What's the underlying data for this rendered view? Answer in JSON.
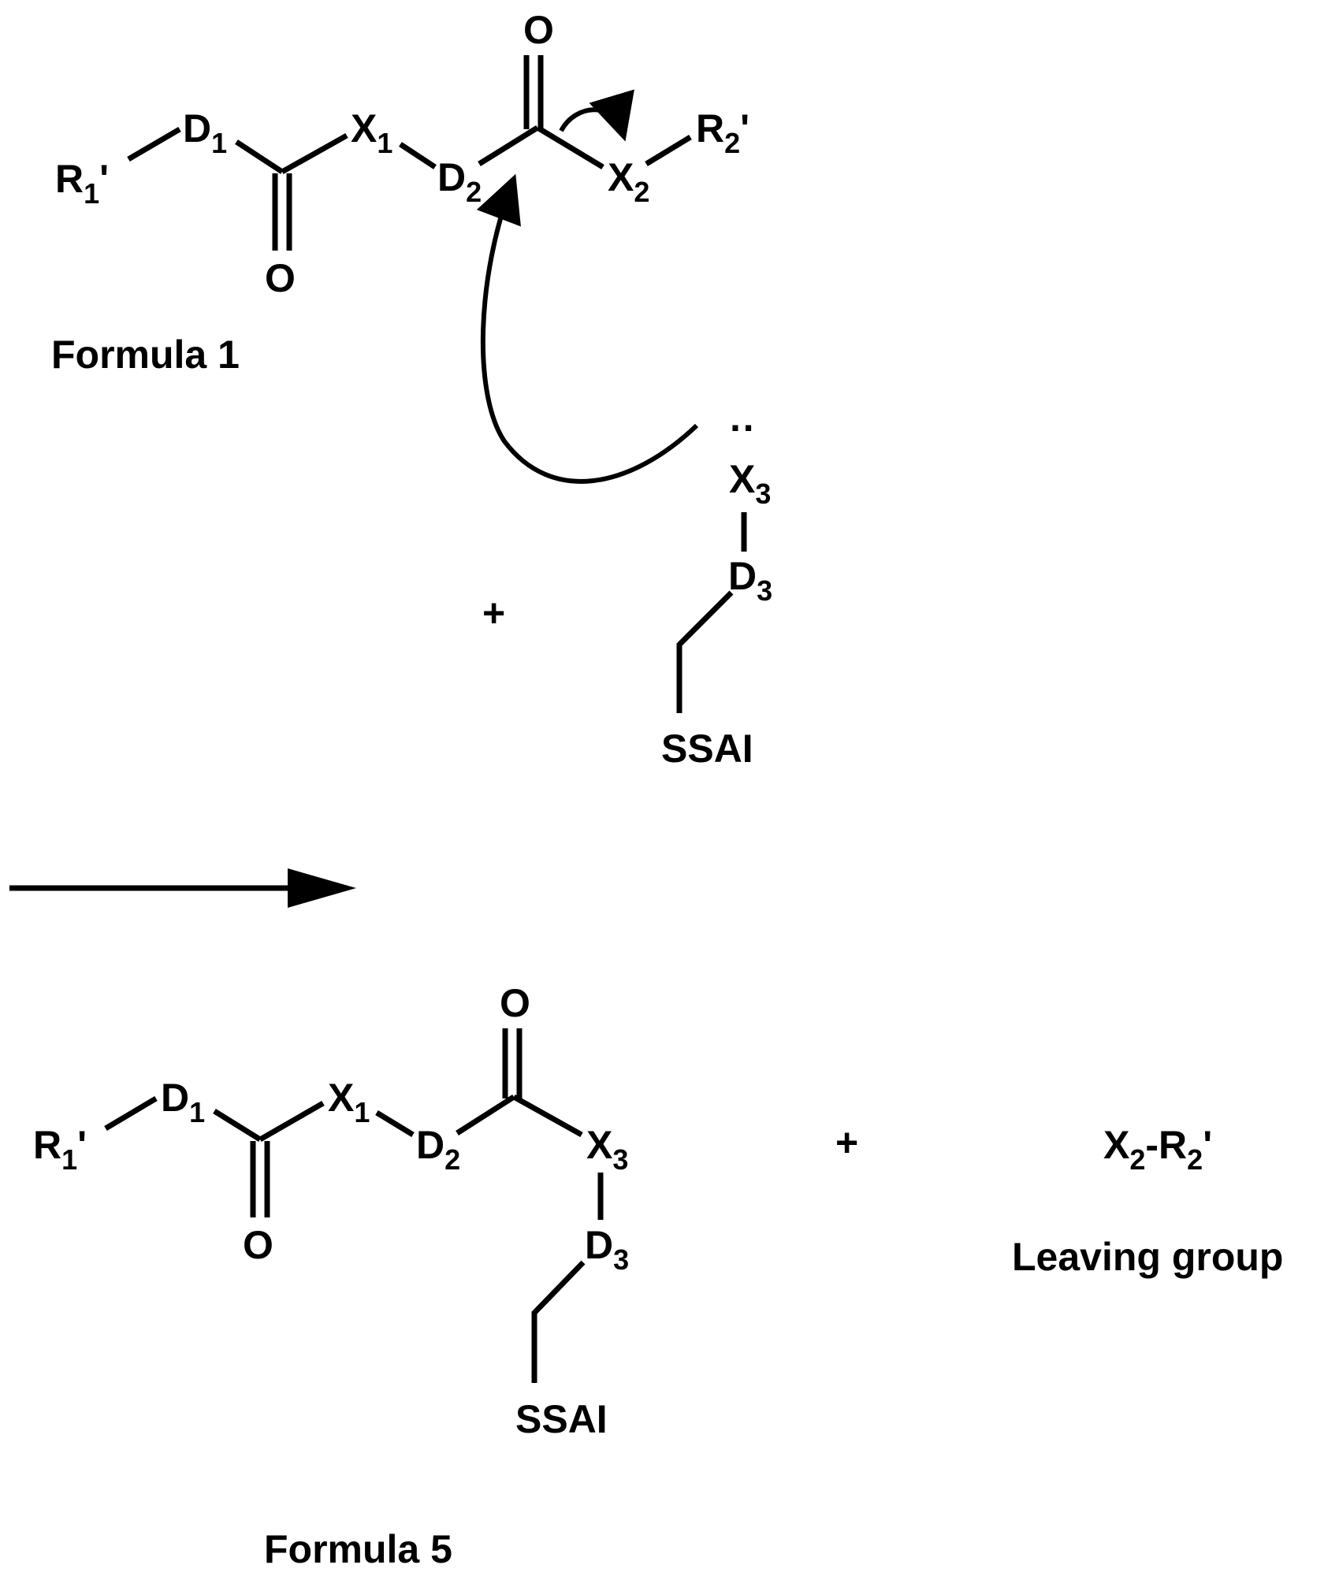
{
  "reactant": {
    "r1": {
      "symbol": "R",
      "sub": "1",
      "suffix": "'"
    },
    "d1": {
      "symbol": "D",
      "sub": "1"
    },
    "x1": {
      "symbol": "X",
      "sub": "1"
    },
    "d2": {
      "symbol": "D",
      "sub": "2"
    },
    "x2": {
      "symbol": "X",
      "sub": "2"
    },
    "r2": {
      "symbol": "R",
      "sub": "2",
      "suffix": "'"
    },
    "o_bottom": "O",
    "o_top": "O",
    "caption": "Formula 1"
  },
  "nucleophile": {
    "lone_pair": "··",
    "x3": {
      "symbol": "X",
      "sub": "3"
    },
    "d3": {
      "symbol": "D",
      "sub": "3"
    },
    "ssai": "SSAI"
  },
  "plus_top": "+",
  "product": {
    "r1": {
      "symbol": "R",
      "sub": "1",
      "suffix": "'"
    },
    "d1": {
      "symbol": "D",
      "sub": "1"
    },
    "x1": {
      "symbol": "X",
      "sub": "1"
    },
    "d2": {
      "symbol": "D",
      "sub": "2"
    },
    "x3": {
      "symbol": "X",
      "sub": "3"
    },
    "d3": {
      "symbol": "D",
      "sub": "3"
    },
    "ssai": "SSAI",
    "o_bottom": "O",
    "o_top": "O",
    "caption": "Formula 5"
  },
  "plus_bottom": "+",
  "leaving_group": {
    "x2": {
      "symbol": "X",
      "sub": "2"
    },
    "dash": "-",
    "r2": {
      "symbol": "R",
      "sub": "2",
      "suffix": "'"
    },
    "caption": "Leaving group"
  }
}
